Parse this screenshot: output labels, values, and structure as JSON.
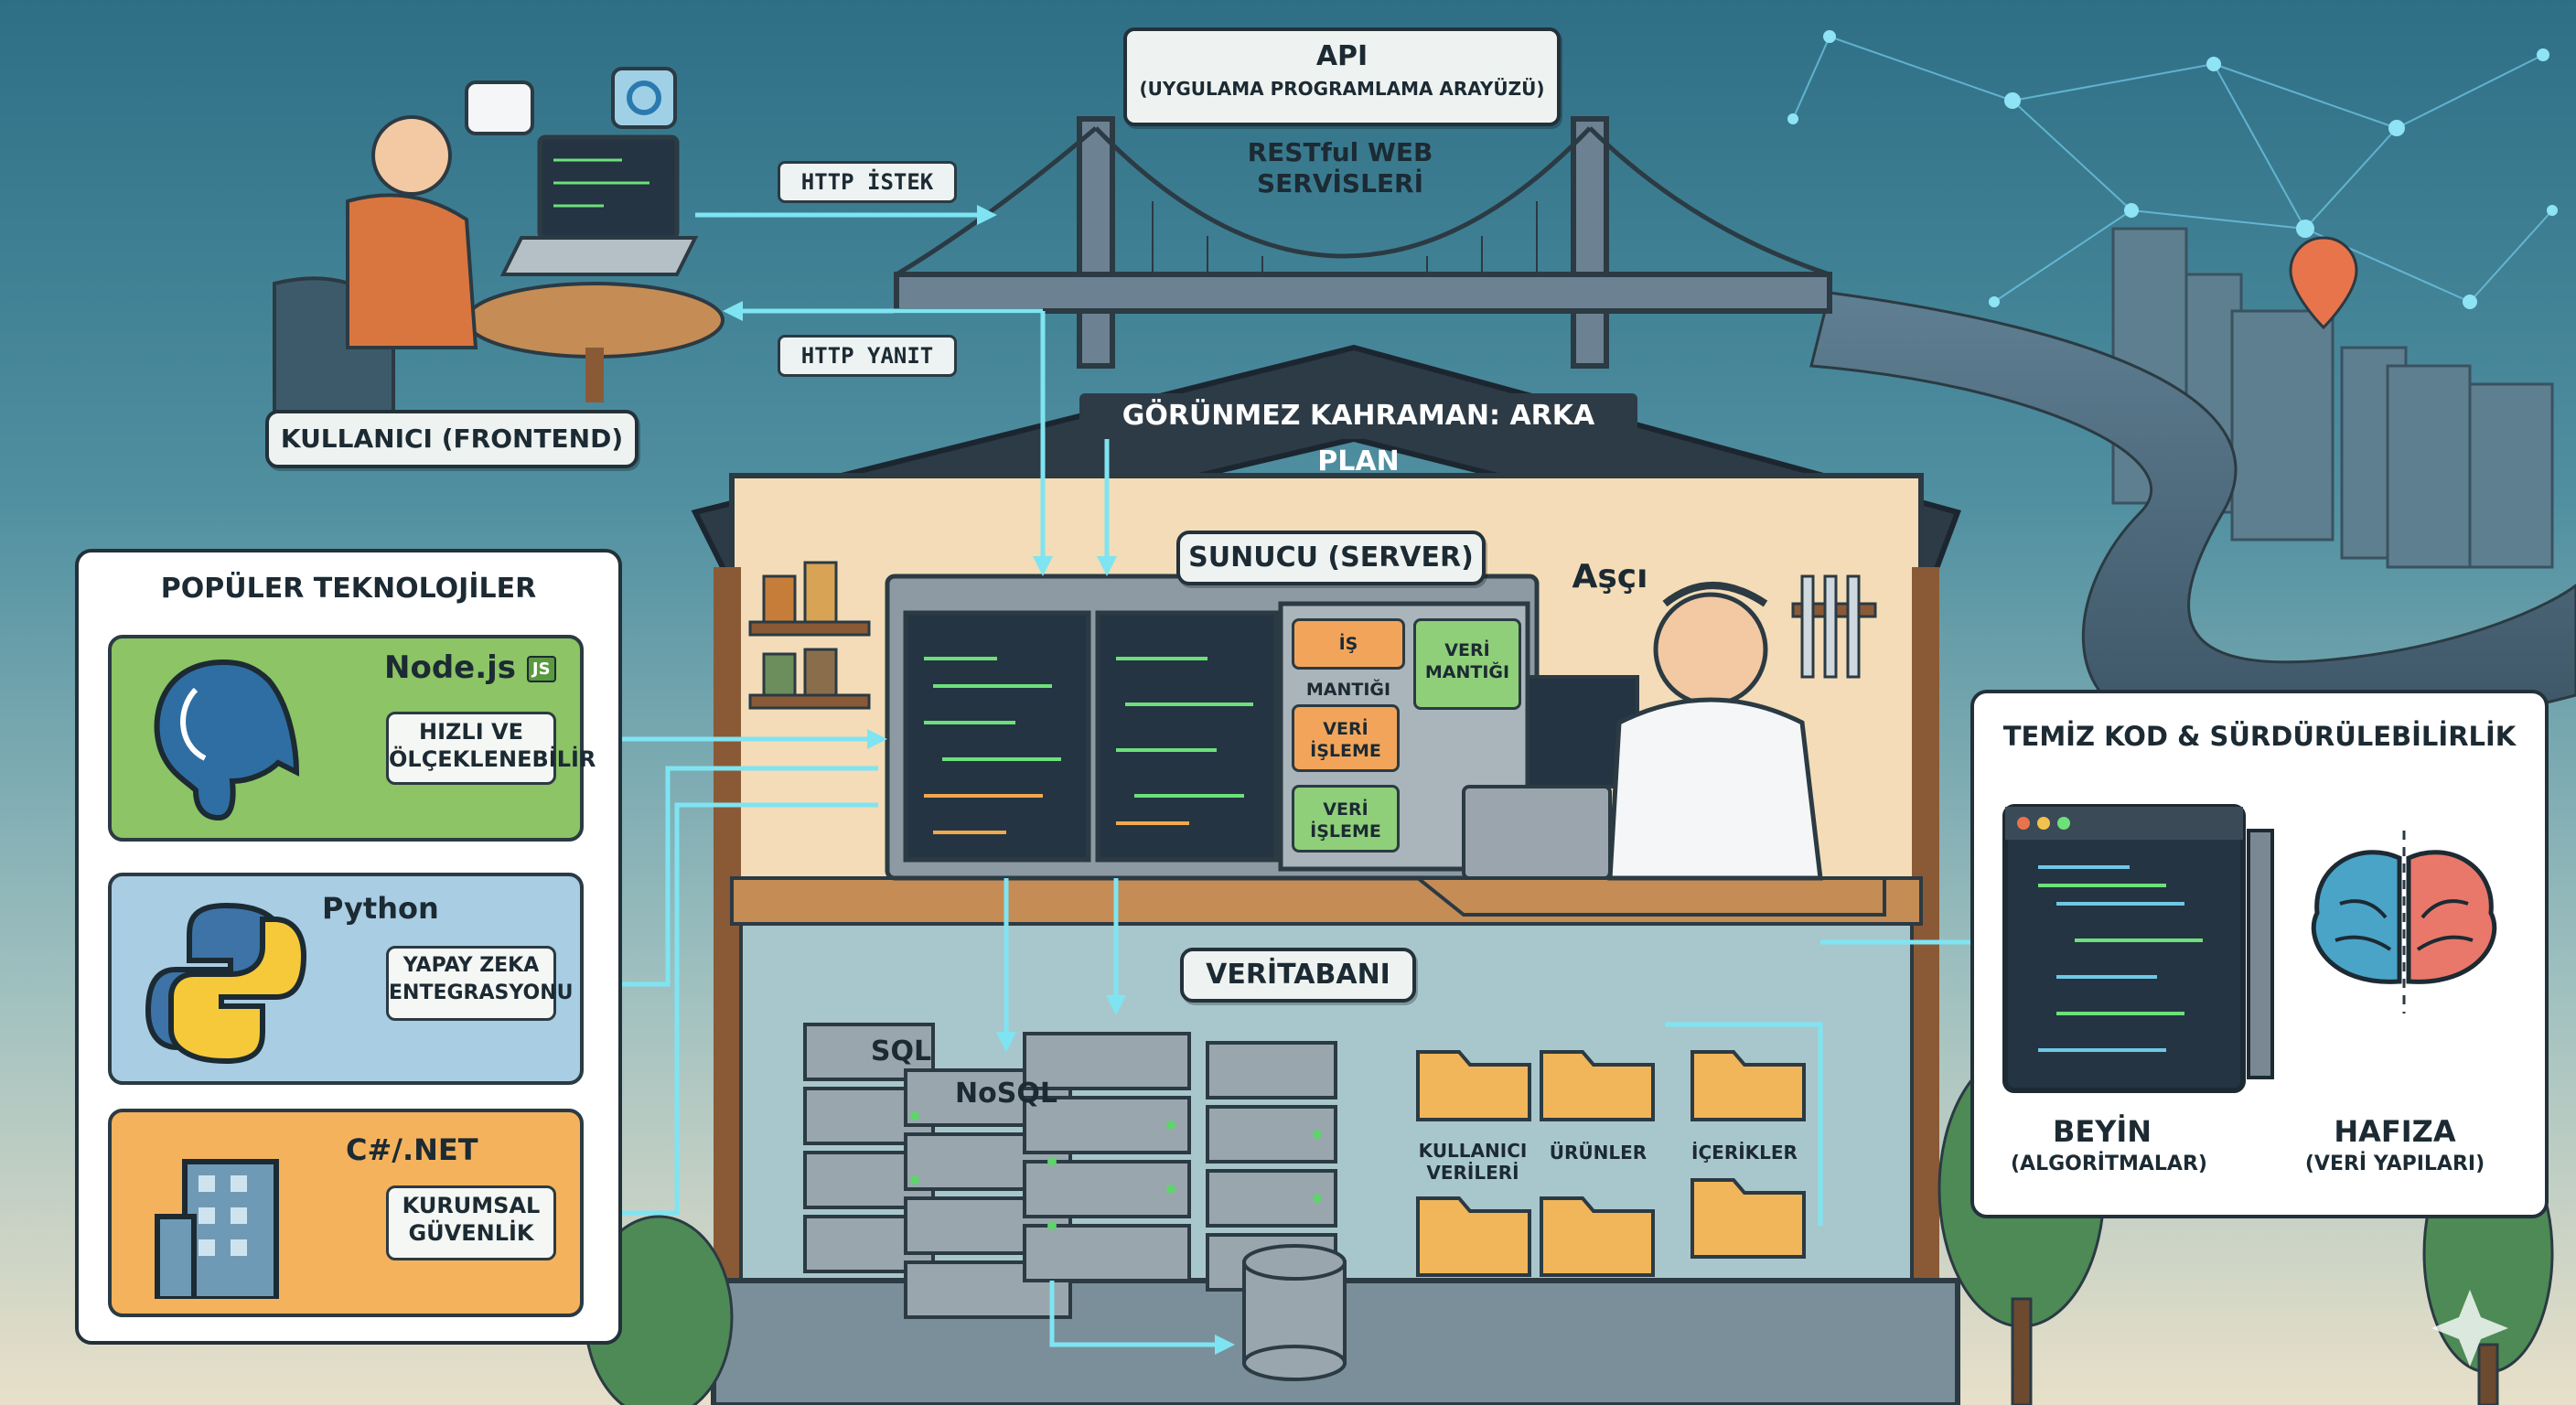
{
  "api": {
    "title": "API",
    "subtitle": "(UYGULAMA PROGRAMLAMA ARAYÜZÜ)"
  },
  "restful": "RESTful WEB SERVİSLERİ",
  "http_request": "HTTP İSTEK",
  "http_response": "HTTP YANIT",
  "user_label": "KULLANICI (FRONTEND)",
  "backend_banner": "GÖRÜNMEZ KAHRAMAN: ARKA PLAN",
  "server_label": "SUNUCU (SERVER)",
  "chef_label": "Aşçı",
  "server_modules": [
    {
      "label": "İŞ MANTIĞI",
      "color": "#f2a55a"
    },
    {
      "label": "VERİ MANTIĞI",
      "color": "#8fcf7a"
    },
    {
      "label": "VERİ İŞLEME",
      "color": "#f2a55a"
    },
    {
      "label": "VERİ İŞLEME",
      "color": "#8fcf7a"
    }
  ],
  "database": {
    "label": "VERİTABANI",
    "sql": "SQL",
    "nosql": "NoSQL",
    "folders": [
      "KULLANICI VERİLERİ",
      "ÜRÜNLER",
      "İÇERİKLER"
    ]
  },
  "technologies": {
    "title": "POPÜLER TEKNOLOJİLER",
    "items": [
      {
        "name": "Node.js",
        "badge": "JS",
        "desc": "HIZLI VE ÖLÇEKLENEBİLİR",
        "color": "#8cc466",
        "icon": "elephant-icon"
      },
      {
        "name": "Python",
        "desc": "YAPAY ZEKA ENTEGRASYONU",
        "color": "#a9cde3",
        "icon": "python-icon"
      },
      {
        "name": "C#/.NET",
        "desc": "KURUMSAL GÜVENLİK",
        "color": "#f5b25c",
        "icon": "building-icon"
      }
    ]
  },
  "clean_code": {
    "title": "TEMİZ KOD & SÜRDÜRÜLEBİLİRLİK",
    "brain_label": "BEYİN",
    "brain_sub": "(ALGORİTMALAR)",
    "memory_label": "HAFIZA",
    "memory_sub": "(VERİ YAPILARI)"
  }
}
